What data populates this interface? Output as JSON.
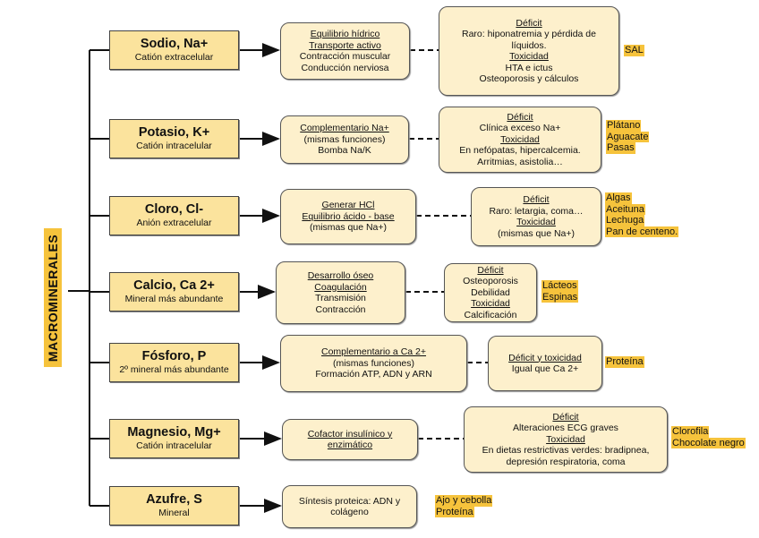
{
  "root": {
    "label": "MACROMINERALES"
  },
  "minerals": [
    {
      "name": "Sodio, Na+",
      "subtitle": "Catión extracelular",
      "functions": {
        "lines": [
          "Equilibrio hídrico",
          "Transporte activo",
          "Contracción muscular",
          "Conducción nerviosa"
        ],
        "underlined": [
          0,
          1
        ]
      },
      "pathology": {
        "lines": [
          "Déficit",
          "Raro: hiponatremia y pérdida de",
          "líquidos.",
          "Toxicidad",
          "HTA e ictus",
          "Osteoporosis y cálculos"
        ],
        "underlined": [
          0,
          3
        ]
      },
      "foods": [
        "SAL"
      ]
    },
    {
      "name": "Potasio, K+",
      "subtitle": "Catión intracelular",
      "functions": {
        "lines": [
          "Complementario Na+",
          "(mismas funciones)",
          "Bomba Na/K"
        ],
        "underlined": [
          0
        ]
      },
      "pathology": {
        "lines": [
          "Déficit",
          "Clínica exceso Na+",
          "Toxicidad",
          "En nefópatas, hipercalcemia.",
          "Arritmias, asistolia…"
        ],
        "underlined": [
          0,
          2
        ]
      },
      "foods": [
        "Plátano",
        "Aguacate",
        "Pasas"
      ]
    },
    {
      "name": "Cloro, Cl-",
      "subtitle": "Anión extracelular",
      "functions": {
        "lines": [
          "Generar HCl",
          "Equilibrio ácido - base",
          "(mismas que Na+)"
        ],
        "underlined": [
          0,
          1
        ]
      },
      "pathology": {
        "lines": [
          "Déficit",
          "Raro: letargia, coma…",
          "Toxicidad",
          "(mismas que Na+)"
        ],
        "underlined": [
          0,
          2
        ]
      },
      "foods": [
        "Algas",
        "Aceituna",
        "Lechuga",
        "Pan de centeno."
      ]
    },
    {
      "name": "Calcio, Ca 2+",
      "subtitle": "Mineral más abundante",
      "functions": {
        "lines": [
          "Desarrollo óseo",
          "Coagulación",
          "Transmisión",
          "Contracción"
        ],
        "underlined": [
          0,
          1
        ]
      },
      "pathology": {
        "lines": [
          "Déficit",
          "Osteoporosis",
          "Debilidad",
          "Toxicidad",
          "Calcificación"
        ],
        "underlined": [
          0,
          3
        ]
      },
      "foods": [
        "Lácteos",
        "Espinas"
      ]
    },
    {
      "name": "Fósforo, P",
      "subtitle": "2º mineral más abundante",
      "functions": {
        "lines": [
          "Complementario a Ca 2+",
          "(mismas funciones)",
          "Formación ATP, ADN y ARN"
        ],
        "underlined": [
          0
        ]
      },
      "pathology": {
        "lines": [
          "Déficit y toxicidad",
          "Igual que Ca 2+"
        ],
        "underlined": [
          0
        ]
      },
      "foods": [
        "Proteína"
      ]
    },
    {
      "name": "Magnesio, Mg+",
      "subtitle": "Catión intracelular",
      "functions": {
        "lines": [
          "Cofactor insulínico y",
          "enzimático"
        ],
        "underlined": [
          0,
          1
        ]
      },
      "pathology": {
        "lines": [
          "Déficit",
          "Alteraciones ECG graves",
          "Toxicidad",
          "En dietas restrictivas verdes: bradipnea,",
          "depresión respiratoria, coma"
        ],
        "underlined": [
          0,
          2
        ]
      },
      "foods": [
        "Clorofila",
        "Chocolate negro"
      ]
    },
    {
      "name": "Azufre, S",
      "subtitle": "Mineral",
      "functions": {
        "lines": [
          "Síntesis proteica: ADN y",
          "colágeno"
        ],
        "underlined": []
      },
      "pathology": null,
      "foods": [
        "Ajo y cebolla",
        "Proteína"
      ]
    }
  ],
  "colors": {
    "mineral_fill": "#fbe39d",
    "box_fill": "#fdf0cc",
    "highlight": "#f6c33c"
  }
}
